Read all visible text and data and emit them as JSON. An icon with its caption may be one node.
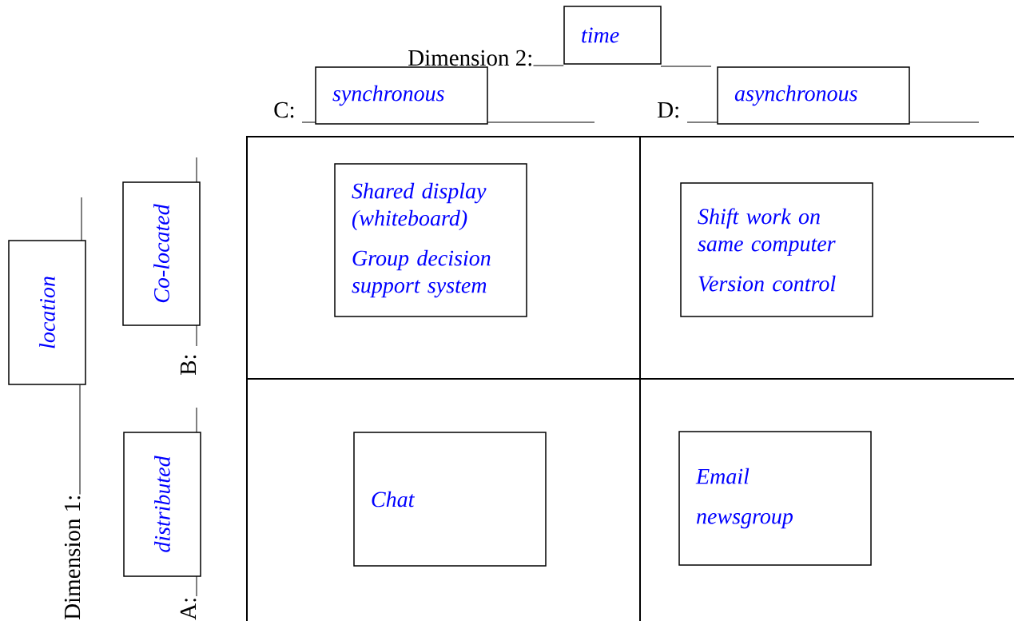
{
  "diagram": {
    "nodes": [
      {
        "text": [
          "time"
        ]
      },
      {
        "text": [
          "synchronous"
        ],
        "beside": [
          "C:"
        ]
      },
      {
        "text": [
          "asynchronous"
        ],
        "beside": [
          "D:"
        ]
      },
      {
        "text": [
          "location"
        ]
      },
      {
        "text": [
          "Co-located"
        ],
        "beside": [
          "B:"
        ]
      },
      {
        "text": [
          "distributed"
        ],
        "beside": [
          "A:"
        ]
      },
      {
        "text": [
          "Shared display (whiteboard)",
          "Group decision support system"
        ]
      },
      {
        "text": [
          "Shift work on same computer",
          "Version control"
        ]
      },
      {
        "text": [
          "Chat"
        ]
      },
      {
        "text": [
          "Email",
          "newsgroup"
        ]
      },
      {
        "text": [
          "Dimension 2:"
        ]
      },
      {
        "text": [
          "Dimension 1:"
        ]
      }
    ],
    "edges": [
      {
        "from": 10,
        "to": 0,
        "arrow": "none"
      },
      {
        "from": 11,
        "to": 3,
        "arrow": "none"
      }
    ]
  }
}
